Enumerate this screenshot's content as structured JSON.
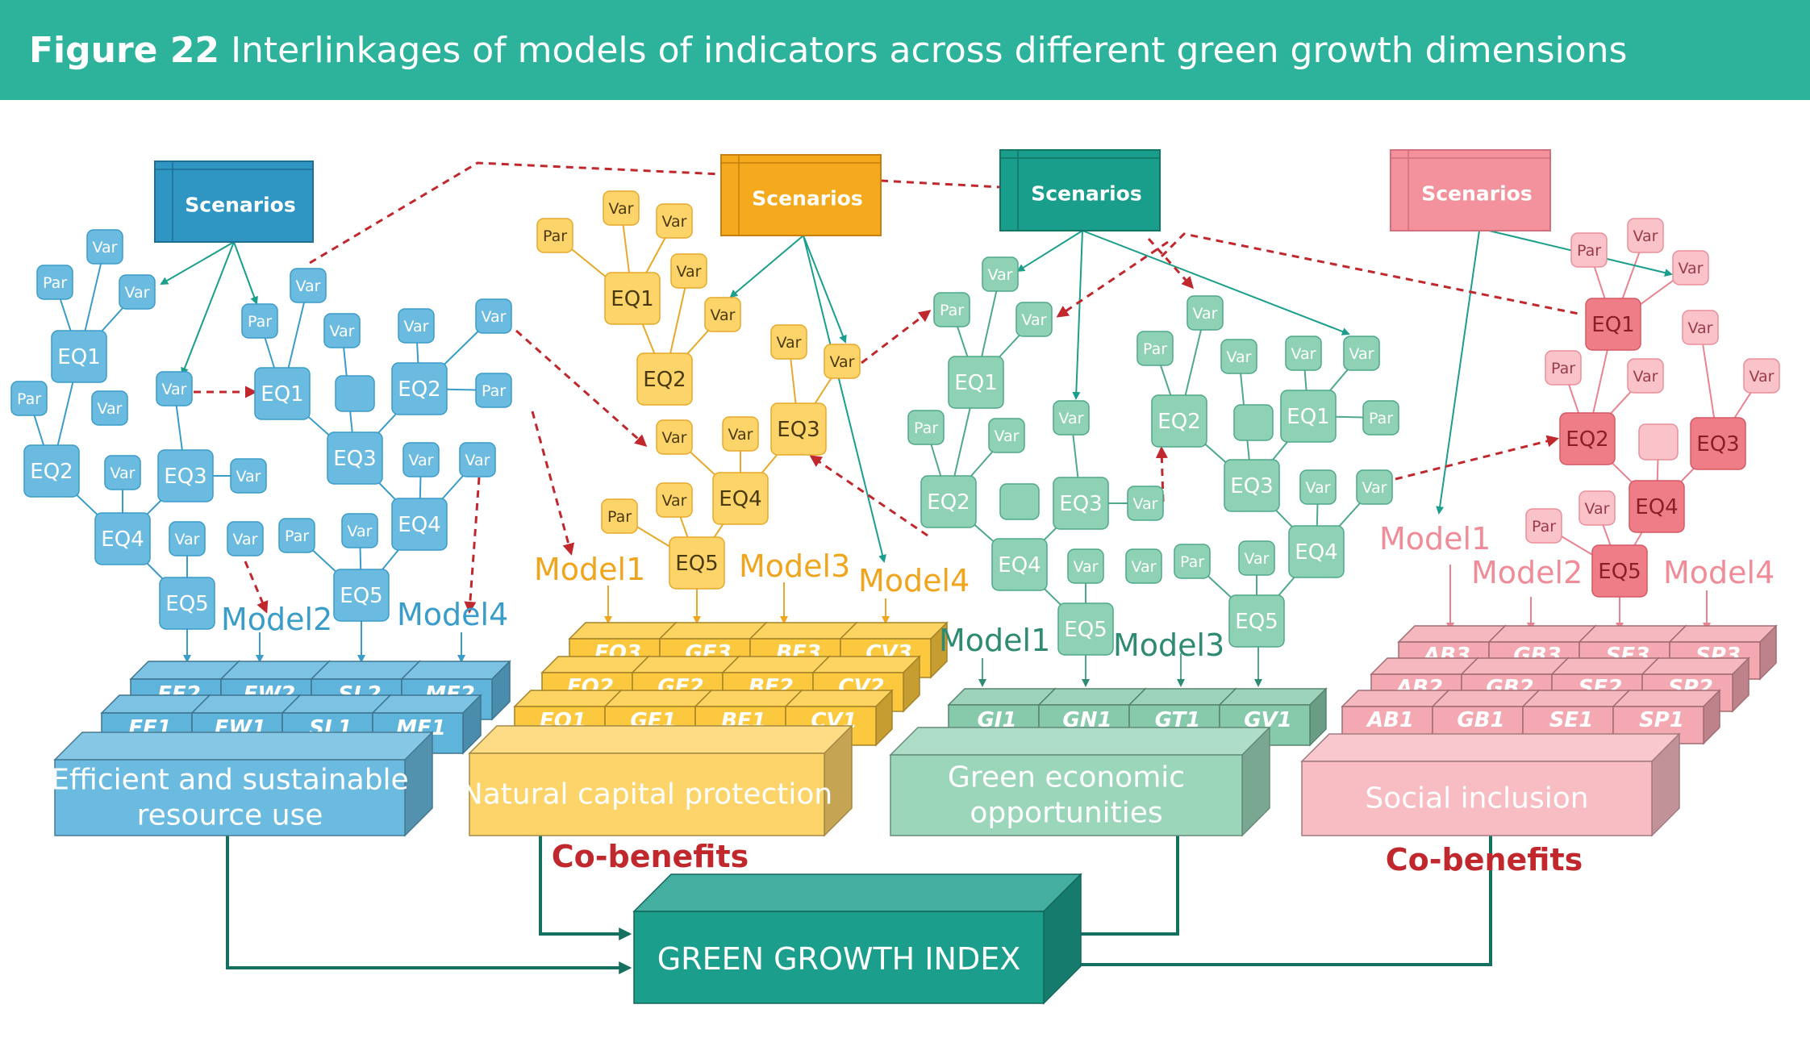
{
  "figure": {
    "number": "Figure 22",
    "title": "Interlinkages of models of indicators across different green growth dimensions"
  },
  "colors": {
    "banner": "#2db39b",
    "resource_use": "#6bbbe0",
    "natural_capital": "#fdd46a",
    "economic": "#8ed1b4",
    "social": "#f7b3bb",
    "index": "#1b9e8c",
    "co_benefit_links": "#c0282d"
  },
  "dimensions": {
    "resource_use": "Efficient and sustainable resource use",
    "natural_capital": "Natural capital protection",
    "economic": "Green economic opportunities",
    "social": "Social inclusion"
  },
  "index_label": "GREEN GROWTH INDEX",
  "co_benefits": [
    "Co-benefits",
    "Co-benefits"
  ],
  "node_labels": {
    "scenarios": "Scenarios",
    "variable": "Var",
    "parameter": "Par"
  },
  "equations": [
    "EQ1",
    "EQ2",
    "EQ3",
    "EQ4",
    "EQ5"
  ],
  "models": {
    "blue": [
      "Model2",
      "Model4"
    ],
    "yellow": [
      "Model1",
      "Model3",
      "Model4"
    ],
    "green": [
      "Model1",
      "Model3"
    ],
    "pink": [
      "Model1",
      "Model2",
      "Model4"
    ]
  },
  "indicators": {
    "blue": [
      [
        "EE2",
        "EW2",
        "SL2",
        "ME2"
      ],
      [
        "EE1",
        "EW1",
        "SL1",
        "ME1"
      ]
    ],
    "yellow": [
      [
        "EQ3",
        "GE3",
        "BE3",
        "CV3"
      ],
      [
        "EQ2",
        "GE2",
        "BE2",
        "CV2"
      ],
      [
        "EQ1",
        "GE1",
        "BE1",
        "CV1"
      ]
    ],
    "green": [
      [
        "GJ1",
        "GN1",
        "GT1",
        "GV1"
      ]
    ],
    "pink": [
      [
        "AB3",
        "GB3",
        "SE3",
        "SP3"
      ],
      [
        "AB2",
        "GB2",
        "SE2",
        "SP2"
      ],
      [
        "AB1",
        "GB1",
        "SE1",
        "SP1"
      ]
    ]
  }
}
